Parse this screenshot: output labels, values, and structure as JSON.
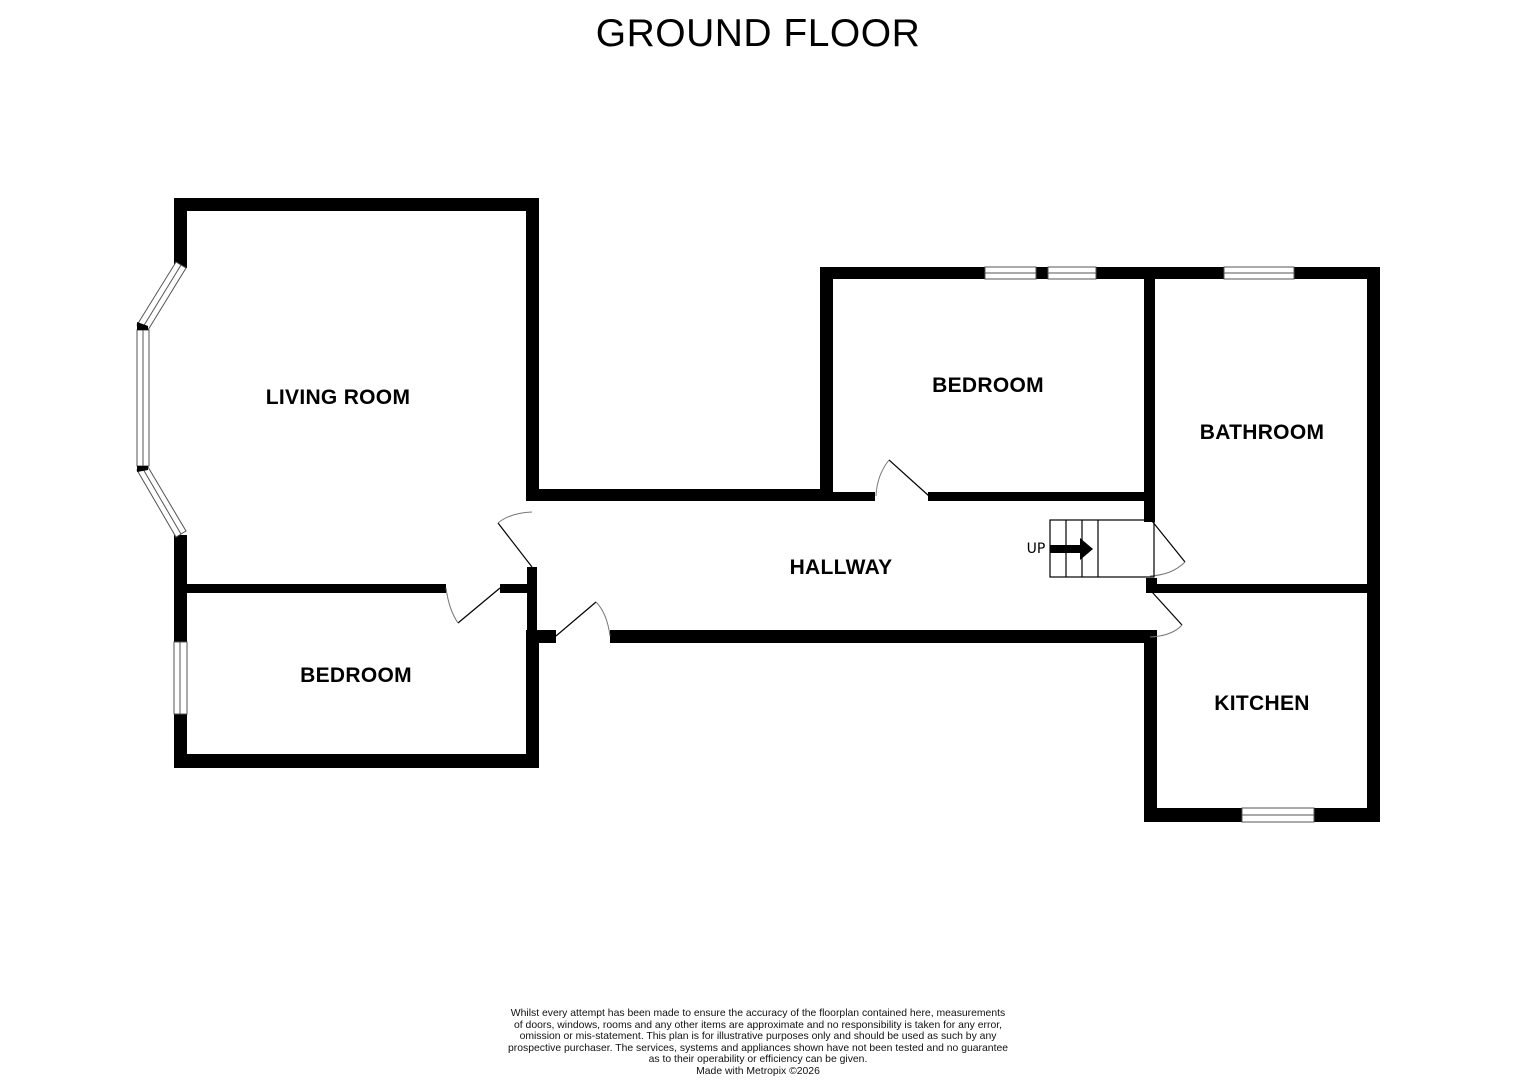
{
  "title": "GROUND FLOOR",
  "rooms": {
    "living_room": "LIVING ROOM",
    "bedroom_upper": "BEDROOM",
    "bathroom": "BATHROOM",
    "hallway": "HALLWAY",
    "bedroom_lower": "BEDROOM",
    "kitchen": "KITCHEN"
  },
  "stairs": {
    "label": "UP",
    "icon": "arrow-right-icon"
  },
  "disclaimer": {
    "lines": [
      "Whilst every attempt has been made to ensure the accuracy of the floorplan contained here, measurements",
      "of doors, windows, rooms and any other items are approximate and no responsibility is taken for any error,",
      "omission or mis-statement. This plan is for illustrative purposes only and should be used as such by any",
      "prospective purchaser. The services, systems and appliances shown have not been tested and no guarantee",
      "as to their operability or efficiency can be given."
    ],
    "credit": "Made with Metropix ©2026"
  },
  "colors": {
    "wall": "#000000",
    "window": "#ffffff",
    "door_arc": "#777777",
    "background": "#ffffff"
  }
}
